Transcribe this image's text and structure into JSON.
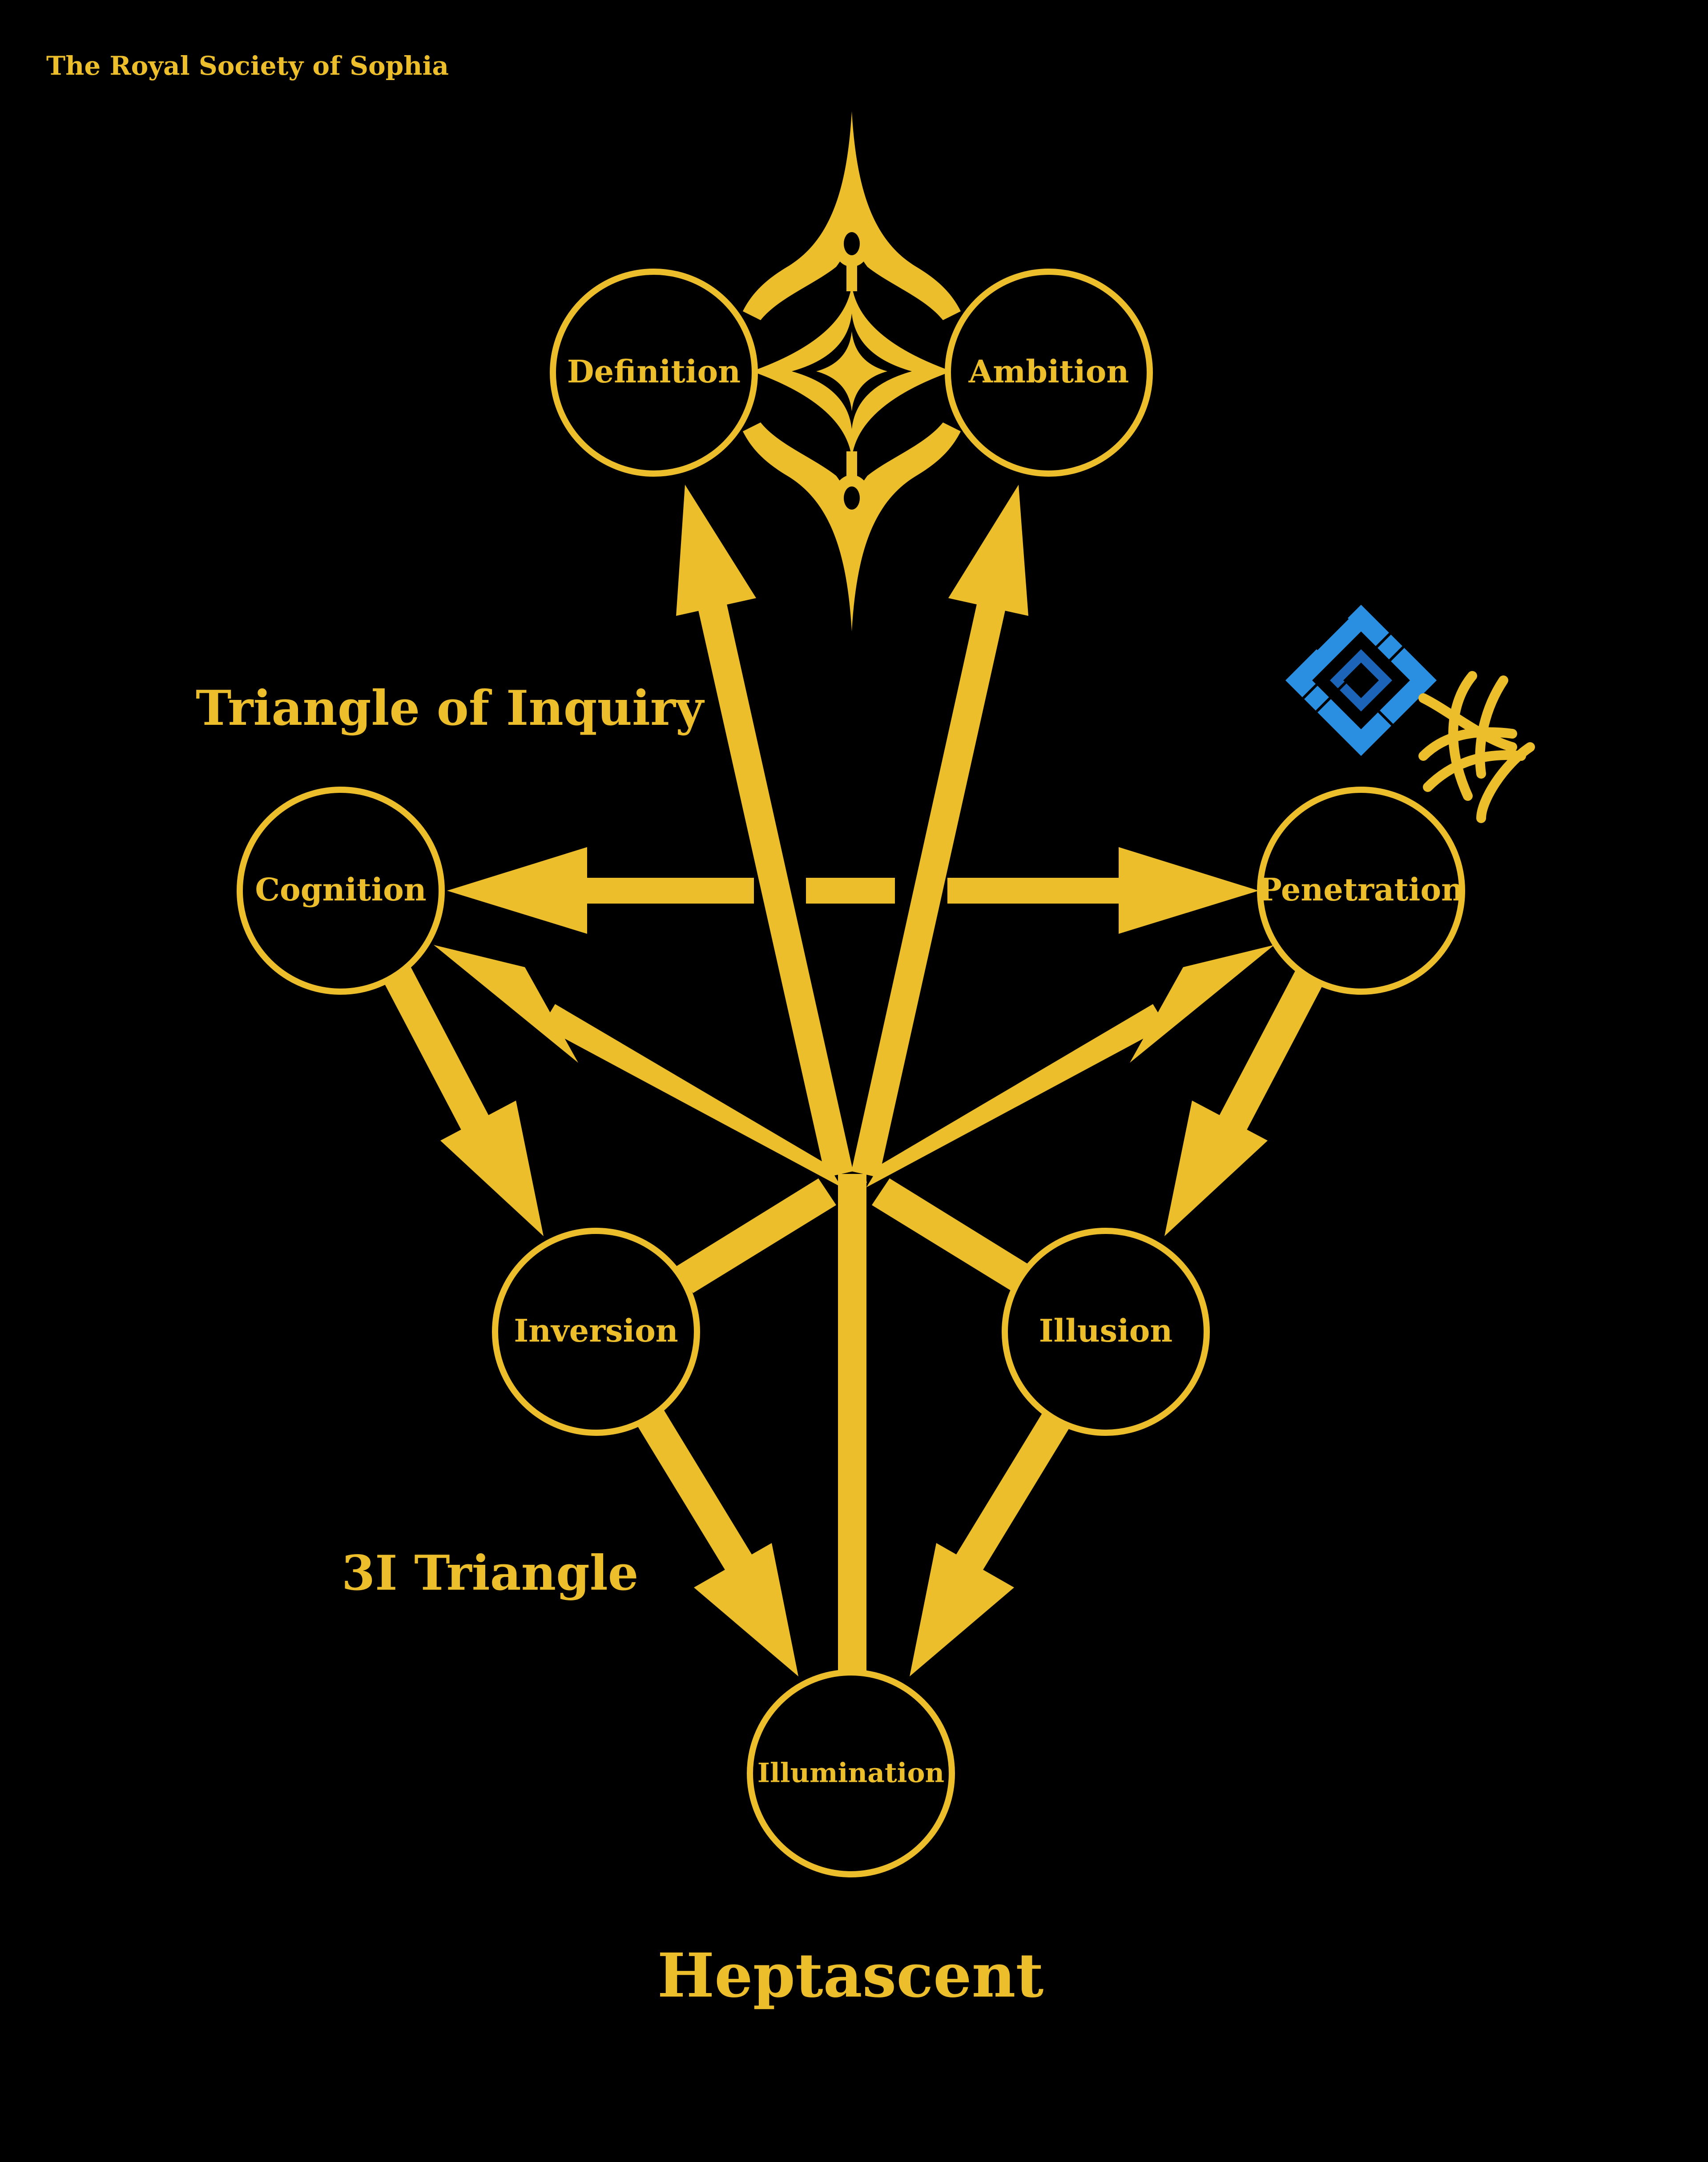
{
  "colors": {
    "background": "#000000",
    "gold": "#ECBE2C",
    "blue": "#2A8FE0",
    "blue_dark": "#1C64B8"
  },
  "header": {
    "text": "The Royal Society of Sophia"
  },
  "title": "Heptascent",
  "annotations": {
    "triangle_of_inquiry": "Triangle of Inquiry",
    "three_i_triangle": "3I Triangle"
  },
  "nodes": {
    "definition": "Definition",
    "ambition": "Ambition",
    "cognition": "Cognition",
    "penetration": "Penetration",
    "inversion": "Inversion",
    "illusion": "Illusion",
    "illumination": "Illumination"
  },
  "icons": {
    "top_ornament": "four-pointed-star-ornament-icon",
    "blue_emblem": "blue-diamond-knot-icon",
    "gold_emblem": "gold-trefoil-icon"
  }
}
